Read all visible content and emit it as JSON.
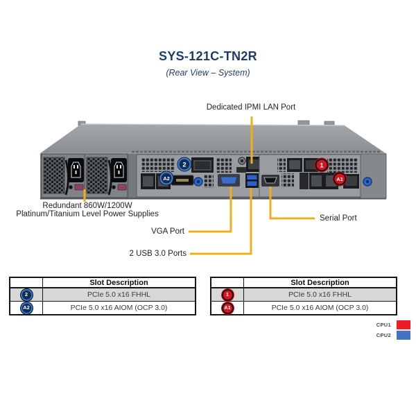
{
  "title": "SYS-121C-TN2R",
  "subtitle": "(Rear View – System)",
  "callouts": {
    "ipmi": "Dedicated IPMI LAN Port",
    "psu_line1": "Redundant 860W/1200W",
    "psu_line2": "Platinum/Titanium Level Power Supplies",
    "vga": "VGA Port",
    "usb": "2 USB 3.0 Ports",
    "serial": "Serial Port"
  },
  "server_badges": {
    "slot2": "2",
    "slotA2": "A2",
    "slot1": "1",
    "slotA1": "A1"
  },
  "tables": [
    {
      "header": "Slot Description",
      "rows": [
        {
          "badge": "2",
          "desc": "PCIe 5.0 x16 FHHL"
        },
        {
          "badge": "A2",
          "desc": "PCIe 5.0 x16 AIOM (OCP 3.0)"
        }
      ]
    },
    {
      "header": "Slot Description",
      "rows": [
        {
          "badge": "1",
          "desc": "PCIe 5.0 x16 FHHL"
        },
        {
          "badge": "A1",
          "desc": "PCIe 5.0 x16 AIOM (OCP 3.0)"
        }
      ]
    }
  ],
  "legend": [
    {
      "label": "CPU1",
      "color": "#ED1C24"
    },
    {
      "label": "CPU2",
      "color": "#4472C4"
    }
  ],
  "colors": {
    "callout_yellow": "#EFAF1D",
    "title_navy": "#1E3A68",
    "cpu1_red": "#ED1C24",
    "cpu2_blue": "#4472C4",
    "badge_blue": "#0F2C58",
    "badge_red": "#D91320"
  }
}
